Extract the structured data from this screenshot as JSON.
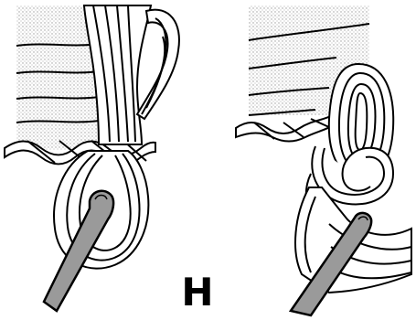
{
  "figure": {
    "step_label": "H",
    "panels": [
      {
        "name": "left-panel-loop-with-hook"
      },
      {
        "name": "right-panel-knotted-loop-with-hook"
      }
    ]
  },
  "colors": {
    "ink": "#000000",
    "paper": "#ffffff",
    "stipple": "#d8d8d8",
    "hook": "#9a9a9a"
  }
}
